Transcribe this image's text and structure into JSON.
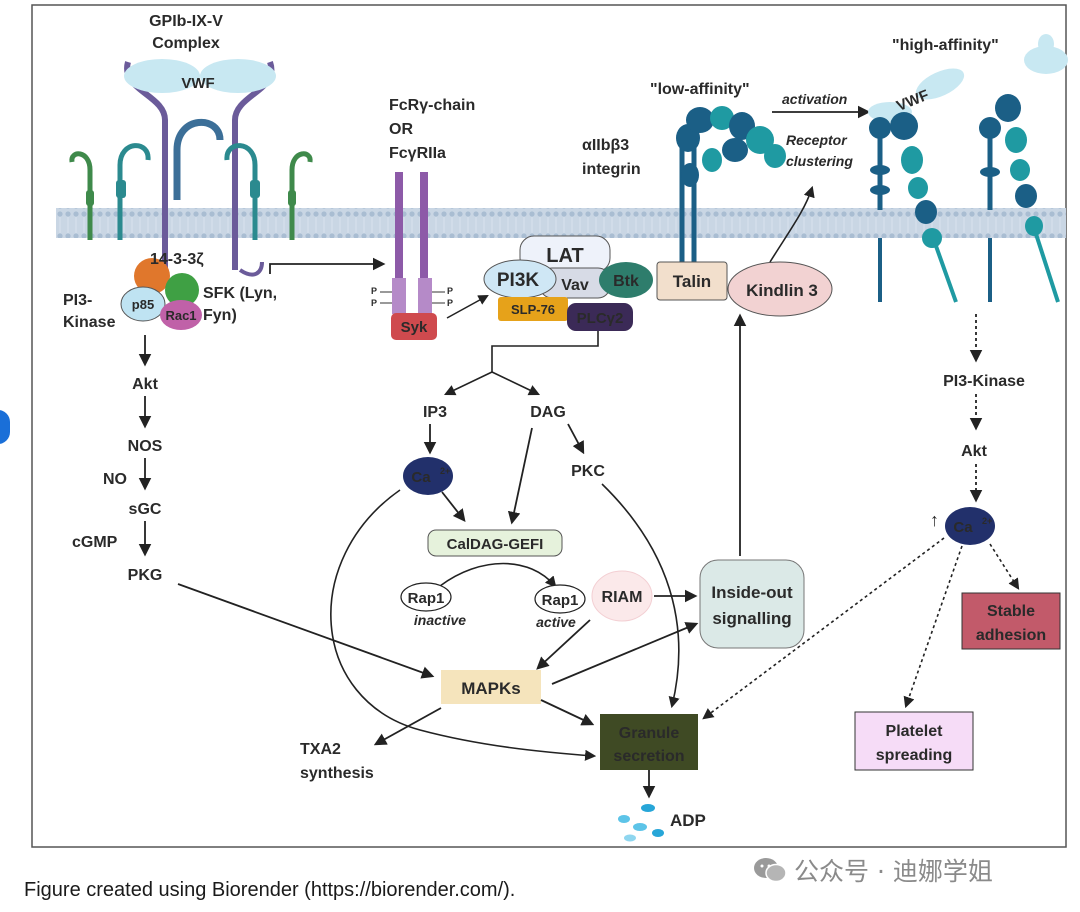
{
  "figure": {
    "caption": "Figure created using Biorender (https://biorender.com/).",
    "watermark": "公众号 · 迪娜学姐"
  },
  "receptors": {
    "gp_complex_line1": "GPIb-IX-V",
    "gp_complex_line2": "Complex",
    "vwf_left": "VWF",
    "vwf_right": "VWF",
    "fcr_line1": "FcRγ-chain",
    "fcr_line2": "OR",
    "fcr_line3": "FcγRIIa",
    "integrin_line1": "αIIbβ3",
    "integrin_line2": "integrin",
    "low_affinity": "\"low-affinity\"",
    "high_affinity": "\"high-affinity\"",
    "activation": "activation",
    "receptor_line1": "Receptor",
    "receptor_line2": "clustering",
    "p_mark": "P"
  },
  "left_pathway": {
    "p1433": "14-3-3ζ",
    "pi3k_line1": "PI3-",
    "pi3k_line2": "Kinase",
    "p85": "p85",
    "rac1": "Rac1",
    "sfk_line1": "SFK (Lyn,",
    "sfk_line2": "Fyn)",
    "akt": "Akt",
    "nos": "NOS",
    "no": "NO",
    "sgc": "sGC",
    "cgmp": "cGMP",
    "pkg": "PKG"
  },
  "middle": {
    "syk": "Syk",
    "lat": "LAT",
    "pi3k": "PI3K",
    "vav": "Vav",
    "btk": "Btk",
    "slp76": "SLP-76",
    "plcg2": "PLCγ2",
    "talin": "Talin",
    "kindlin3": "Kindlin 3",
    "ip3": "IP3",
    "dag": "DAG",
    "ca": "Ca",
    "ca_sup": "2+",
    "pkc": "PKC",
    "caldag": "CalDAG-GEFI",
    "rap1": "Rap1",
    "inactive": "inactive",
    "active": "active",
    "riam": "RIAM",
    "inside_line1": "Inside-out",
    "inside_line2": "signalling",
    "mapks": "MAPKs",
    "txa2_line1": "TXA2",
    "txa2_line2": "synthesis",
    "granule_line1": "Granule",
    "granule_line2": "secretion",
    "adp": "ADP"
  },
  "right_pathway": {
    "pi3k": "PI3-Kinase",
    "akt": "Akt",
    "up_arrow": "↑",
    "stable_line1": "Stable",
    "stable_line2": "adhesion",
    "spreading_line1": "Platelet",
    "spreading_line2": "spreading"
  },
  "colors": {
    "membrane": "#b9c9da",
    "gp_purple": "#6b5b9a",
    "syk_red": "#cf4a4e",
    "granule_box": "#3f4a24",
    "stable_box": "#c25a6a",
    "spreading_box": "#f6dcf7",
    "mapks_box": "#f5e4bc",
    "caldag_box": "#e6f2dc",
    "inside_box": "#dbe9e7",
    "ca_circle": "#22306b",
    "integrin_blue": "#1b5f86",
    "integrin_teal": "#1f9aa2"
  }
}
